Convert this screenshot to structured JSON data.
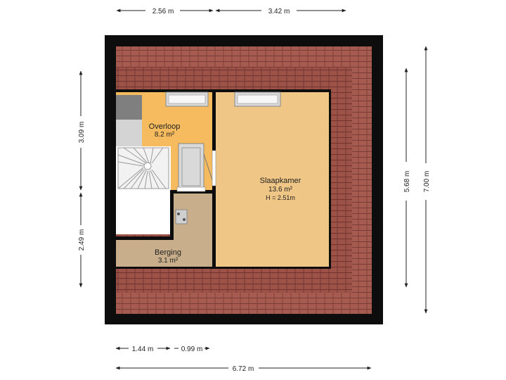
{
  "dimensions": {
    "top_left": "2.56 m",
    "top_right": "3.42 m",
    "bottom_left": "1.44 m",
    "bottom_mid": "0.99 m",
    "bottom_total": "6.72 m",
    "left_upper": "3.09 m",
    "left_lower": "2.49 m",
    "right_inner": "5.68 m",
    "right_outer": "7.00 m"
  },
  "rooms": {
    "overloop": {
      "name": "Overloop",
      "area": "8.2 m²"
    },
    "slaapkamer": {
      "name": "Slaapkamer",
      "area": "13.6 m²",
      "height": "H = 2.51m"
    },
    "berging": {
      "name": "Berging",
      "area": "3.1 m²"
    }
  },
  "colors": {
    "wall": "#0d0d0d",
    "roof_tile": "#a45a4f",
    "overloop": "#f5bb5e",
    "slaapkamer": "#efc685",
    "berging": "#c8ae8a",
    "dimension_line": "#222222"
  }
}
